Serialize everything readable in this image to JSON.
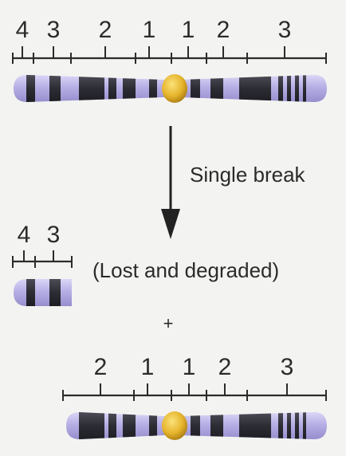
{
  "top_scale": {
    "labels": [
      "4",
      "3",
      "2",
      "1",
      "1",
      "2",
      "3"
    ]
  },
  "arrow_label": "Single break",
  "fragment": {
    "labels": [
      "4",
      "3"
    ],
    "note": "(Lost and degraded)"
  },
  "plus": "+",
  "bottom_scale": {
    "labels": [
      "2",
      "1",
      "1",
      "2",
      "3"
    ]
  },
  "colors": {
    "chromatid": "#b7b0e6",
    "band": "#2c2c34",
    "centromere": "#e6b42c",
    "scale": "#2b2b2b",
    "background": "#f3f3f1"
  }
}
